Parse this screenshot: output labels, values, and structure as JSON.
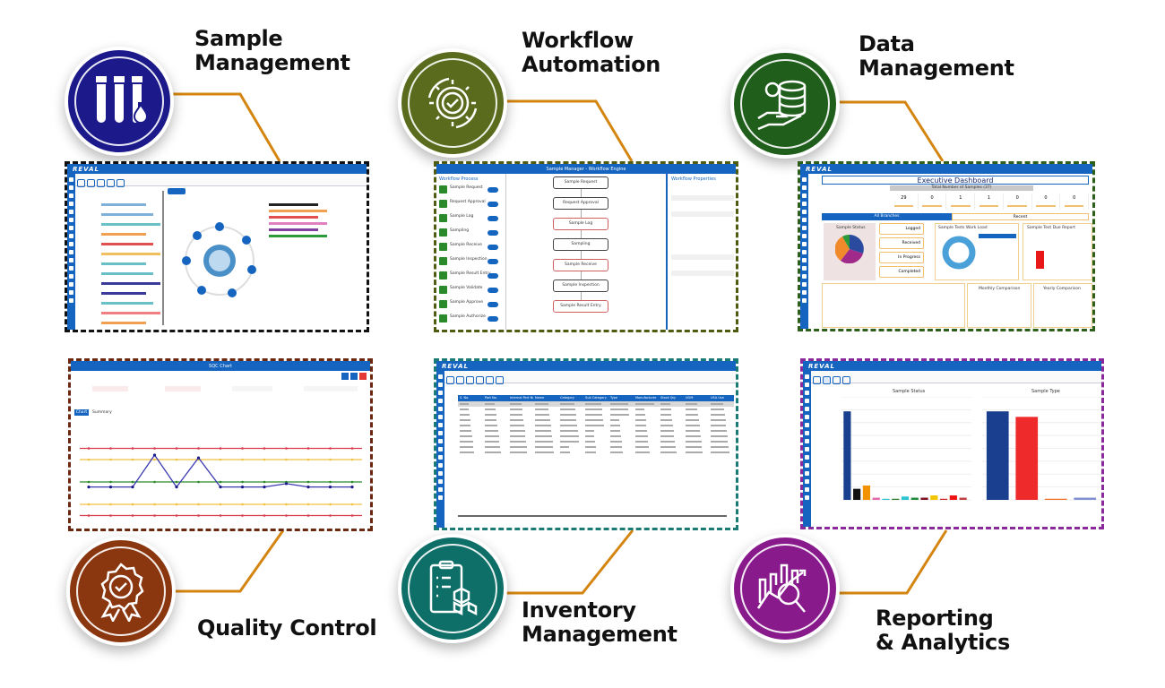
{
  "features": [
    {
      "title_line1": "Sample",
      "title_line2": "Management",
      "color": "#1c1a8a",
      "icon": "test-tubes-icon",
      "border": "#111111"
    },
    {
      "title_line1": "Workflow",
      "title_line2": "Automation",
      "color": "#5a6b1d",
      "icon": "gear-check-icon",
      "border": "#4d5c10"
    },
    {
      "title_line1": "Data",
      "title_line2": "Management",
      "color": "#1f5e1b",
      "icon": "database-hand-icon",
      "border": "#2d5e1a"
    },
    {
      "title_line1": "Quality Control",
      "title_line2": "",
      "color": "#8a3710",
      "icon": "quality-badge-icon",
      "border": "#6b2810"
    },
    {
      "title_line1": "Inventory",
      "title_line2": "Management",
      "color": "#0e6e68",
      "icon": "clipboard-boxes-icon",
      "border": "#1b7a74"
    },
    {
      "title_line1": "Reporting",
      "title_line2": "& Analytics",
      "color": "#881a8c",
      "icon": "chart-magnifier-icon",
      "border": "#8a2a9a"
    }
  ],
  "colors": {
    "connector": "#d4850f",
    "app_blue": "#1565c0"
  },
  "app": {
    "logo": "REVAL"
  },
  "workflow_shot": {
    "title": "Sample Manager - Workflow Engine",
    "left_title": "Workflow Process",
    "right_title": "Workflow Properties",
    "processes": [
      "Sample Request",
      "Request Approval",
      "Sample Log",
      "Sampling",
      "Sample Receive",
      "Sample Inspection",
      "Sample Result Entry",
      "Sample Validate",
      "Sample Approve",
      "Sample Authorize"
    ],
    "steps": [
      "Sample Request",
      "Request Approval",
      "Sample Log",
      "Sampling",
      "Sample Receive",
      "Sample Inspection",
      "Sample Result Entry"
    ]
  },
  "dashboard_shot": {
    "title": "Executive Dashboard",
    "total": "Total Number of Samples (37)",
    "kpis": [
      "29",
      "0",
      "1",
      "1",
      "0",
      "0",
      "0"
    ],
    "tab_all": "All Branches",
    "tab_recent": "Recent",
    "status_title": "Sample Status",
    "status_items": [
      "Logged",
      "Received",
      "In Progress",
      "Completed"
    ],
    "workload_title": "Sample Tests Work Load",
    "due_title": "Sample Test Due Report",
    "monthly": "Monthly Comparison",
    "yearly": "Yearly Comparison"
  },
  "qc_shot": {
    "title": "SQC Chart",
    "tab_chart": "Chart",
    "tab_summary": "Summary",
    "chart_data": {
      "type": "line",
      "control_lines": [
        3,
        2,
        0,
        -2,
        -3
      ],
      "values": [
        -0.45,
        -0.45,
        -0.45,
        2.4,
        -0.45,
        2.15,
        -0.45,
        -0.45,
        -0.45,
        -0.15,
        -0.45,
        -0.45,
        -0.45
      ],
      "ylim": [
        -4,
        4
      ]
    }
  },
  "inventory_shot": {
    "columns": [
      "S. No.",
      "Part No.",
      "Internal Part No.",
      "Name",
      "Category",
      "Sub Category",
      "Type",
      "Manufacturer",
      "Stock Qty",
      "UOM",
      "USA Use"
    ],
    "row_count": 10
  },
  "reporting_shot": {
    "chart1": {
      "title": "Sample Status",
      "values": [
        80,
        10,
        13,
        2,
        1,
        1,
        3,
        2,
        2,
        4,
        1,
        4,
        2
      ],
      "colors": [
        "#1a3f8f",
        "#111111",
        "#f39200",
        "#e46aa8",
        "#2bc3d0",
        "#2a7a2a",
        "#2bc3d0",
        "#1f8a3a",
        "#7a1020",
        "#f2c500",
        "#d42020",
        "#ee1111",
        "#c04040"
      ]
    },
    "chart2": {
      "title": "Sample Type",
      "values": [
        80,
        75,
        1,
        2
      ],
      "colors": [
        "#1a3f8f",
        "#ee2a2a",
        "#f07020",
        "#8090d0"
      ]
    }
  }
}
